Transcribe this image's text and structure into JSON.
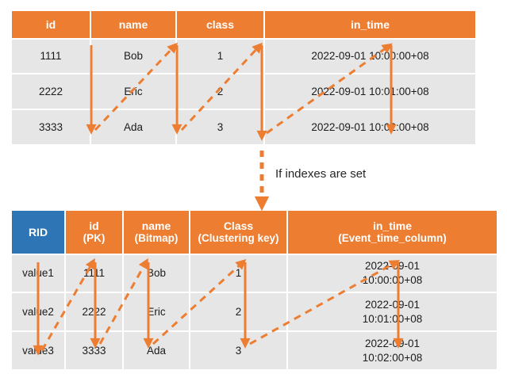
{
  "diagram": {
    "title": "Database table index mapping diagram",
    "accent_orange": "#ED7D31",
    "accent_blue": "#2E75B6",
    "row_bg": "#E6E6E6",
    "connector_label": "If indexes are set"
  },
  "top_table": {
    "name": "base-table",
    "columns": [
      {
        "label": "id",
        "sub": ""
      },
      {
        "label": "name",
        "sub": ""
      },
      {
        "label": "class",
        "sub": ""
      },
      {
        "label": "in_time",
        "sub": ""
      }
    ],
    "rows": [
      {
        "id": "1111",
        "name": "Bob",
        "class": "1",
        "in_time": "2022-09-01 10:00:00+08"
      },
      {
        "id": "2222",
        "name": "Eric",
        "class": "2",
        "in_time": "2022-09-01 10:01:00+08"
      },
      {
        "id": "3333",
        "name": "Ada",
        "class": "3",
        "in_time": "2022-09-01 10:02:00+08"
      }
    ]
  },
  "bottom_table": {
    "name": "indexed-table",
    "columns": [
      {
        "label": "RID",
        "sub": ""
      },
      {
        "label": "id",
        "sub": "(PK)"
      },
      {
        "label": "name",
        "sub": "(Bitmap)"
      },
      {
        "label": "Class",
        "sub": "(Clustering key)"
      },
      {
        "label": "in_time",
        "sub": "(Event_time_column)"
      }
    ],
    "rows": [
      {
        "rid": "value1",
        "id": "1111",
        "name": "Bob",
        "class": "1",
        "in_time_1": "2022-09-01",
        "in_time_2": "10:00:00+08"
      },
      {
        "rid": "value2",
        "id": "2222",
        "name": "Eric",
        "class": "2",
        "in_time_1": "2022-09-01",
        "in_time_2": "10:01:00+08"
      },
      {
        "rid": "value3",
        "id": "3333",
        "name": "Ada",
        "class": "3",
        "in_time_1": "2022-09-01",
        "in_time_2": "10:02:00+08"
      }
    ]
  }
}
